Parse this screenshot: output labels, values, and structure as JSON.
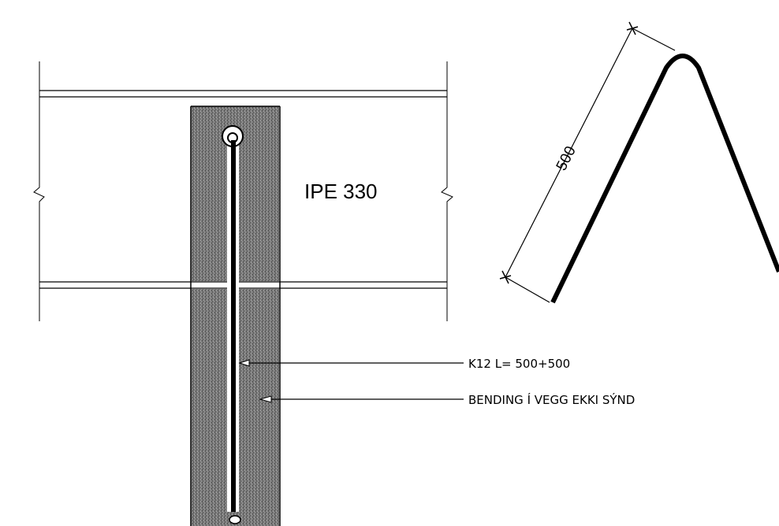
{
  "beam_label": "IPE 330",
  "annotations": {
    "rebar": "K12 L= 500+500",
    "bending_note": "BENDING Í VEGG EKKI SÝND"
  },
  "bend_detail": {
    "dimension_value": "500"
  },
  "colors": {
    "ink": "#000000",
    "hatch_fill": "#6e6e6e",
    "background": "#ffffff"
  }
}
